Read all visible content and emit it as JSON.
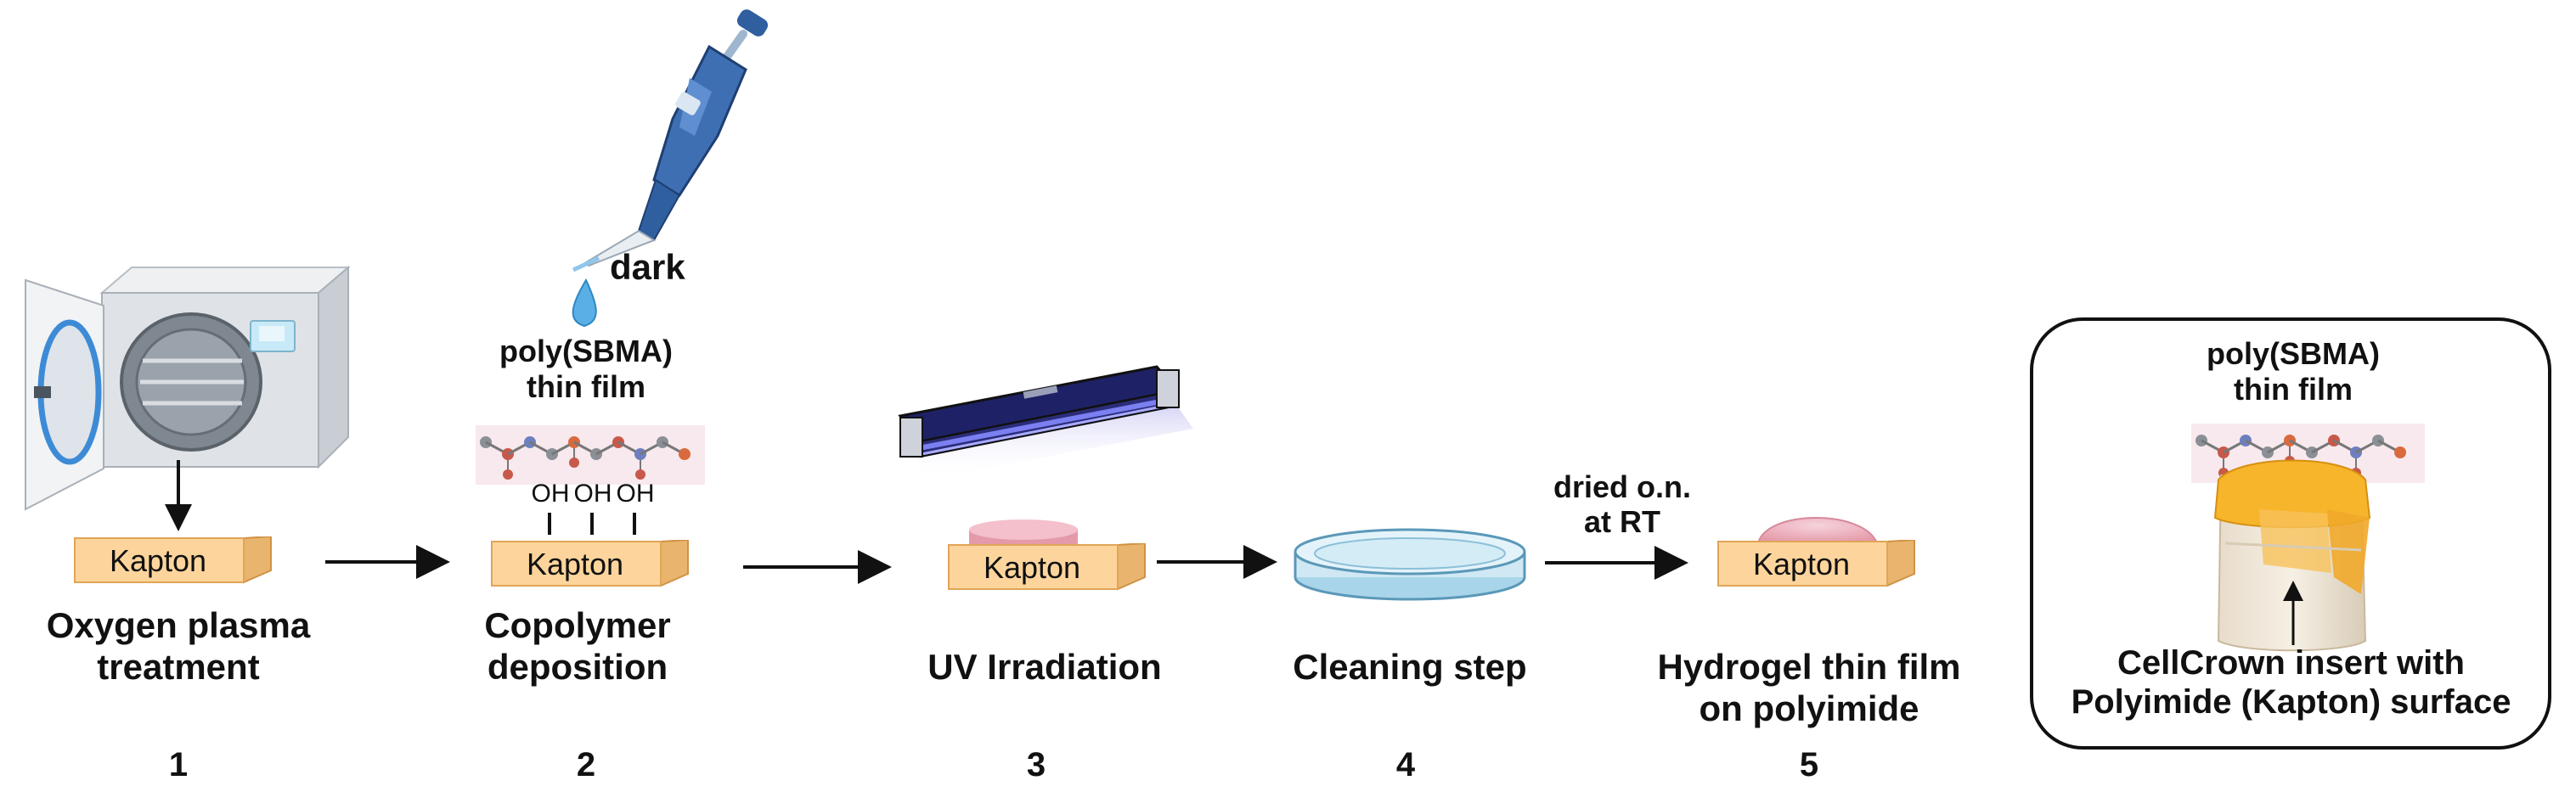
{
  "steps": [
    {
      "number": "1",
      "label_line1": "Oxygen plasma",
      "label_line2": "treatment",
      "substrate": "Kapton"
    },
    {
      "number": "2",
      "label_line1": "Copolymer",
      "label_line2": "deposition",
      "substrate": "Kapton",
      "film_line1": "poly(SBMA)",
      "film_line2": "thin film",
      "hydroxyl": [
        "OH",
        "OH",
        "OH"
      ],
      "condition": "dark"
    },
    {
      "number": "3",
      "label": "UV Irradiation",
      "substrate": "Kapton"
    },
    {
      "number": "4",
      "label": "Cleaning step"
    },
    {
      "number": "5",
      "label_line1": "Hydrogel thin film",
      "label_line2": "on polyimide",
      "substrate": "Kapton",
      "arrow_line1": "dried o.n.",
      "arrow_line2": "at RT"
    }
  ],
  "inset": {
    "film_line1": "poly(SBMA)",
    "film_line2": "thin film",
    "caption_line1": "CellCrown insert with",
    "caption_line2": "Polyimide (Kapton) surface"
  },
  "colors": {
    "kapton": "#fdd59c",
    "kapton_edge": "#e5a85a",
    "pipette_blue": "#3f6fb3",
    "uv_lamp": "#2b2d7a",
    "hydrogel_pink": "#e59aa9",
    "dish": "#cfe8f3",
    "yellow_tape": "#f7b52c"
  }
}
